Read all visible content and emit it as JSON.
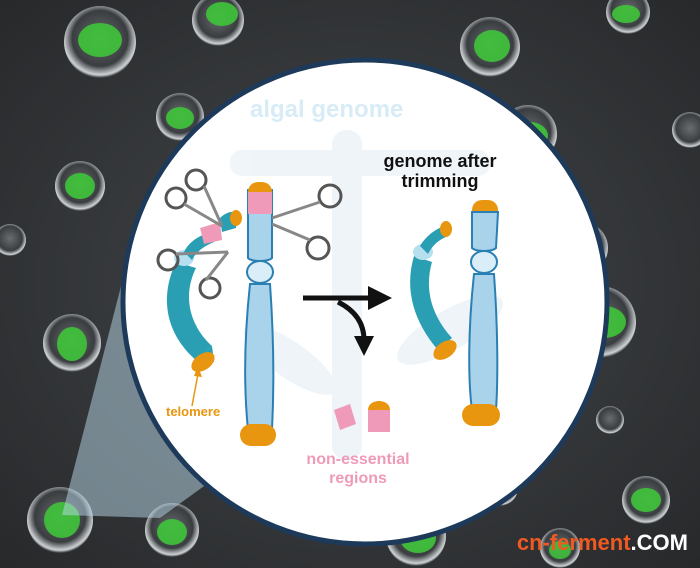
{
  "title": "algal genome",
  "after_label": [
    "genome after",
    "trimming"
  ],
  "telomere_label": "telomere",
  "nonessential_label": [
    "non-essential",
    "regions"
  ],
  "watermark": {
    "main": "cn-ferment",
    "suffix": ".COM"
  },
  "colors": {
    "background": "#2f3133",
    "chromosome_teal": "#2a9fb3",
    "chromosome_light": "#a9d3ea",
    "telomere": "#e8960f",
    "nonessential": "#ef9ab8",
    "algae_green": "#3ec43a"
  }
}
